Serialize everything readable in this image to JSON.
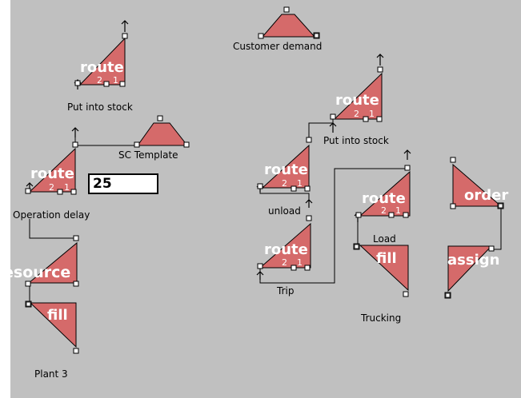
{
  "blocks": {
    "route_stock_left": {
      "title": "route",
      "n2": "2",
      "n1": "1"
    },
    "route_opdelay": {
      "title": "route",
      "n2": "2",
      "n1": "1"
    },
    "resource": {
      "title": "esource"
    },
    "fill_plant": {
      "title": "fill"
    },
    "sc_template": {
      "title": ""
    },
    "customer_demand": {
      "title": ""
    },
    "route_stock_right": {
      "title": "route",
      "n2": "2",
      "n1": "1"
    },
    "route_unload": {
      "title": "route",
      "n2": "2",
      "n1": "1"
    },
    "route_trip": {
      "title": "route",
      "n2": "2",
      "n1": "1"
    },
    "route_load": {
      "title": "route",
      "n2": "2",
      "n1": "1"
    },
    "fill_truck": {
      "title": "fill"
    },
    "order": {
      "title": "order"
    },
    "assign": {
      "title": "assign"
    }
  },
  "captions": {
    "put_into_stock_left": "Put into stock",
    "sc_template": "SC Template",
    "operation_delay": "Operation delay",
    "plant": "Plant 3",
    "customer_demand": "Customer demand",
    "put_into_stock_right": "Put into stock",
    "unload": "unload",
    "trip": "Trip",
    "load": "Load",
    "trucking": "Trucking"
  },
  "input_value": "25",
  "colors": {
    "block_fill": "#d56a6a",
    "background": "#c0c0c0"
  }
}
